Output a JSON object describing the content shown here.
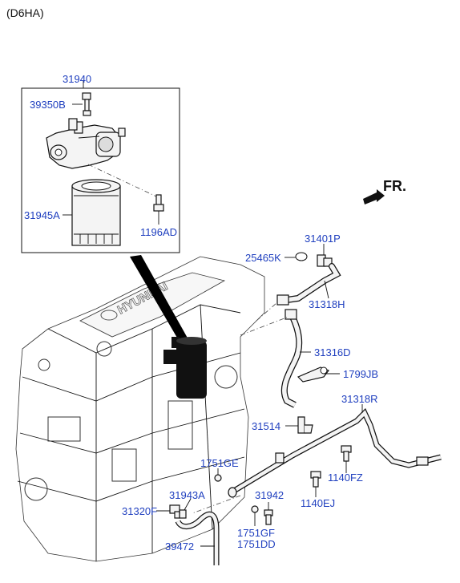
{
  "header": {
    "engine_code": "(D6HA)"
  },
  "direction_label": "FR.",
  "parts": {
    "p31940": "31940",
    "p39350B": "39350B",
    "p31945A": "31945A",
    "p1196AD": "1196AD",
    "p25465K": "25465K",
    "p31401P": "31401P",
    "p31318H": "31318H",
    "p31316D": "31316D",
    "p1799JB": "1799JB",
    "p31318R": "31318R",
    "p31514": "31514",
    "p1751GE": "1751GE",
    "p1140FZ": "1140FZ",
    "p31943A": "31943A",
    "p31942": "31942",
    "p31320F": "31320F",
    "p1140EJ": "1140EJ",
    "p1751GF": "1751GF",
    "p1751DD": "1751DD",
    "p39472": "39472"
  },
  "engine_brand": "HYUNDAI"
}
